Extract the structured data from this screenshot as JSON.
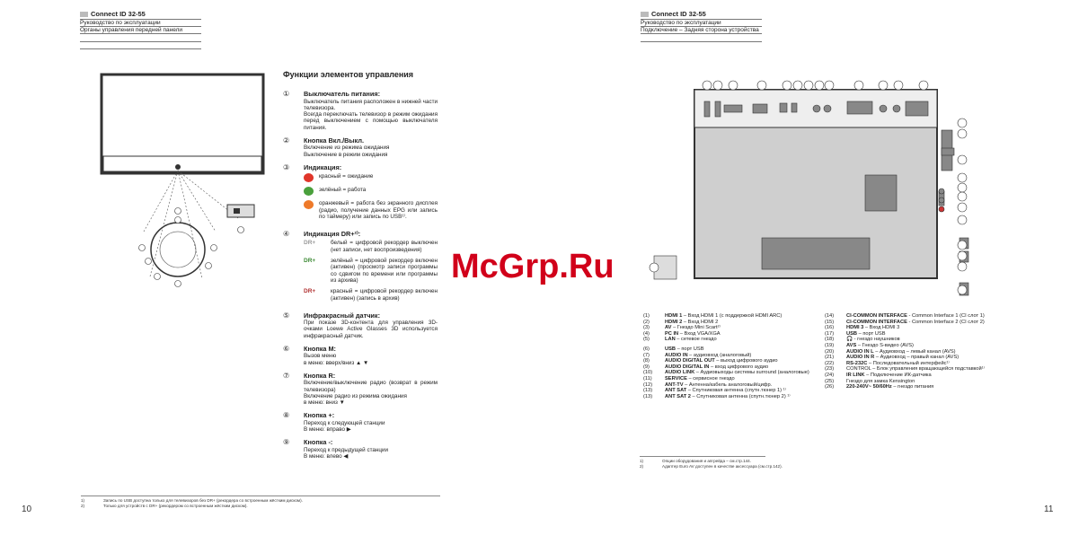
{
  "left": {
    "header": {
      "brand": "Connect ID 32-55",
      "line1": "Руководство по эксплуатации",
      "line2": "Органы управления передней панели"
    },
    "page_number": "10",
    "title": "Функции элементов управления",
    "sections": [
      {
        "num": "①",
        "title": "Выключатель питания:",
        "lines": [
          "Выключатель питания расположен в нижней части телевизора.",
          "Всегда переключать телевизор в режим ожидания перед выключением с помощью выключателя питания."
        ]
      },
      {
        "num": "②",
        "title": "Кнопка Вкл./Выкл.",
        "lines": [
          "Включение из режима ожидания",
          "Выключение в режим ожидания"
        ]
      },
      {
        "num": "③",
        "title": "Индикация:",
        "indicators": [
          {
            "color": "#e0362a",
            "text": "красный = ожидание"
          },
          {
            "color": "#4aa03c",
            "text": "зелёный = работа"
          },
          {
            "color": "#ee7a2a",
            "text": "оранжевый = работа без экранного дисплея (радио, получение данных EPG или запись по таймеру) или запись по USB¹⁾."
          }
        ]
      },
      {
        "num": "④",
        "title": "Индикация DR+²⁾:",
        "dr": [
          {
            "label": "DR+",
            "color": "#999999",
            "text": "белый = цифровой рекордер выключен (нет записи, нет воспроизведения)"
          },
          {
            "label": "DR+",
            "color": "#3d8a35",
            "text": "зелёный = цифровой рекордер включен (активен) (просмотр записи программы со сдвигом по времени или программы из архива)"
          },
          {
            "label": "DR+",
            "color": "#b03030",
            "text": "красный = цифровой рекордер включен (активен) (запись в архив)"
          }
        ]
      },
      {
        "num": "⑤",
        "title": "Инфракрасный датчик:",
        "lines": [
          "При показе 3D-контента для управления 3D-очками Loewe Active Glasses 3D используется инфракрасный датчик."
        ]
      },
      {
        "num": "⑥",
        "title": "Кнопка M:",
        "lines": [
          "Вызов меню",
          "в меню: вверх/вниз ▲ ▼"
        ]
      },
      {
        "num": "⑦",
        "title": "Кнопка R:",
        "lines": [
          "Включение/выключение радио (возврат в режим телевизора)",
          "Включение радио из режима ожидания",
          "в меню: вниз ▼"
        ]
      },
      {
        "num": "⑧",
        "title": "Кнопка +:",
        "lines": [
          "Переход к следующей станции",
          "В меню: вправо ▶"
        ]
      },
      {
        "num": "⑨",
        "title": "Кнопка -:",
        "lines": [
          "Переход к предыдущей станции",
          "В меню: влево ◀"
        ]
      }
    ],
    "footnotes": [
      {
        "mark": "1)",
        "text": "Запись по USB доступна только для телевизоров без DR+ (рекордера со встроенным жёстким диском)."
      },
      {
        "mark": "2)",
        "text": "Только для устройств с DR+ (рекордером со встроенным жёстким диском)."
      }
    ]
  },
  "right": {
    "header": {
      "brand": "Connect ID 32-55",
      "line1": "Руководство по эксплуатации",
      "line2": "Подключение – Задняя сторона устройства"
    },
    "page_number": "11",
    "connections_a": [
      {
        "n": "(1)",
        "b": "HDMI 1",
        "t": " – Вход HDMI 1 (с поддержкой HDMI ARC)"
      },
      {
        "n": "(2)",
        "b": "HDMI 2",
        "t": " – Вход HDMI 2"
      },
      {
        "n": "(3)",
        "b": "AV",
        "t": " – Гнездо Mini Scart²⁾"
      },
      {
        "n": "(4)",
        "b": "PC IN",
        "t": " – Вход VGA/XGA"
      },
      {
        "n": "(5)",
        "b": "LAN",
        "t": " – сетевое гнездо"
      },
      {
        "n": "(6)",
        "b": "USB",
        "t": " – порт USB",
        "gap": true
      },
      {
        "n": "(7)",
        "b": "AUDIO IN",
        "t": " – аудиовход (аналоговый)"
      },
      {
        "n": "(8)",
        "b": "AUDIO DIGITAL OUT",
        "t": " – выход цифрового аудио"
      },
      {
        "n": "(9)",
        "b": "AUDIO DIGITAL IN",
        "t": " – вход цифрового аудио"
      },
      {
        "n": "(10)",
        "b": "AUDIO LINK",
        "t": " – Аудиовыходы системы surround (аналоговые)"
      },
      {
        "n": "(11)",
        "b": "SERVICE",
        "t": " – сервисное гнездо"
      },
      {
        "n": "(12)",
        "b": "ANT-TV",
        "t": " – Антенна/кабель аналоговый/цифр."
      },
      {
        "n": "(13)",
        "b": "ANT SAT",
        "t": " – Спутниковая антенна (спутн.тюнер 1) ¹⁾"
      },
      {
        "n": "(13)",
        "b": "ANT SAT 2",
        "t": " – Спутниковая антенна (спутн.тюнер 2) ¹⁾"
      }
    ],
    "connections_b": [
      {
        "n": "(14)",
        "b": "CI-COMMON INTERFACE",
        "t": " - Common Interface 1 (CI слот 1)"
      },
      {
        "n": "(15)",
        "b": "CI-COMMON INTERFACE",
        "t": " - Common Interface 2 (CI слот 2)"
      },
      {
        "n": "(16)",
        "b": "HDMI 3",
        "t": " – Вход HDMI 3"
      },
      {
        "n": "(17)",
        "b": "USB",
        "t": " – порт USB"
      },
      {
        "n": "(18)",
        "b": "🎧",
        "t": " - гнездо наушников"
      },
      {
        "n": "(19)",
        "b": "AVS",
        "t": " – Гнездо S-видео (AVS)"
      },
      {
        "n": "(20)",
        "b": "AUDIO IN L",
        "t": " – Аудиовход – левый канал (AVS)"
      },
      {
        "n": "(21)",
        "b": "AUDIO IN R",
        "t": " – Аудиовход – правый канал (AVS)"
      },
      {
        "n": "(22)",
        "b": "RS-232C",
        "t": " – Последовательный интерфейс¹⁾"
      },
      {
        "n": "(23)",
        "b": "",
        "t": "CONTROL – Блок управления вращающейся подставкой¹⁾"
      },
      {
        "n": "(24)",
        "b": "IR LINK",
        "t": " – Подключение ИК-датчика"
      },
      {
        "n": "(25)",
        "b": "",
        "t": "Гнездо для замка Kensington"
      },
      {
        "n": "(26)",
        "b": "220-240V~ 50/60Hz",
        "t": " – гнездо питания"
      }
    ],
    "footnotes": [
      {
        "mark": "1)",
        "text": "Опции оборудования и апгрейда – см.стр.144."
      },
      {
        "mark": "2)",
        "text": "Адаптер Euro AV доступен в качестве аксессуара (см.стр.142)."
      }
    ]
  },
  "watermark": "McGrp.Ru"
}
